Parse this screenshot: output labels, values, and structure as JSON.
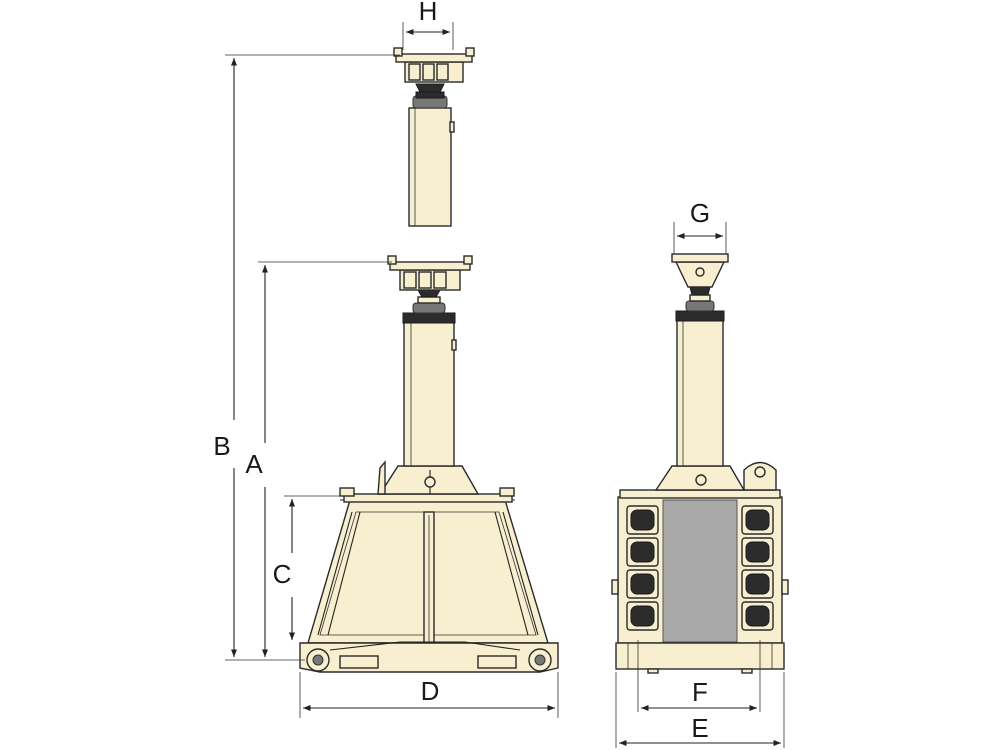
{
  "dimensions": {
    "A": "A",
    "B": "B",
    "C": "C",
    "D": "D",
    "E": "E",
    "F": "F",
    "G": "G",
    "H": "H"
  },
  "colors": {
    "body": "#f7efcf",
    "dark": "#2c2c2c",
    "panel": "#a9a9a9"
  }
}
